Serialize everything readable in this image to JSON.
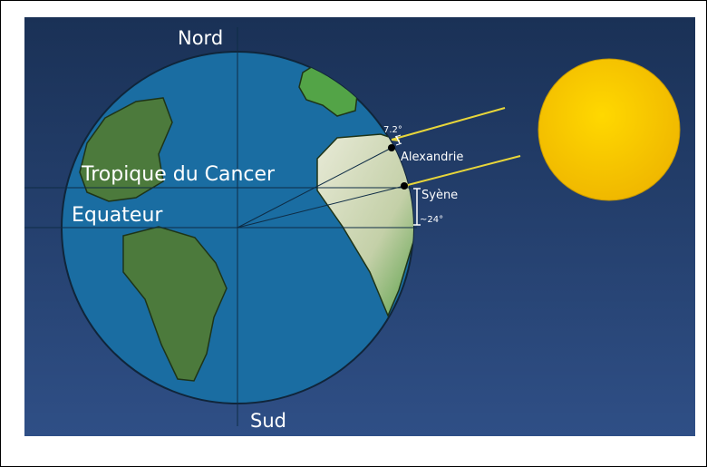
{
  "labels": {
    "north": "Nord",
    "south": "Sud",
    "tropic": "Tropique du Cancer",
    "equator": "Equateur",
    "alexandria": "Alexandrie",
    "syene": "Syène",
    "angle_alexandria": "7.2°",
    "latitude_syene": "~24°"
  },
  "colors": {
    "background_top": "#1a3156",
    "background_bottom": "#2f4f86",
    "ocean": "#1a6da2",
    "land": "#4f7a3c",
    "land_light": "#d8ddc1",
    "sun": "#f2c200",
    "sun_ray": "#e8d63a",
    "grid_line": "#0e2c45"
  },
  "icons": {
    "sun": "sun-icon",
    "earth": "earth-globe-icon"
  }
}
